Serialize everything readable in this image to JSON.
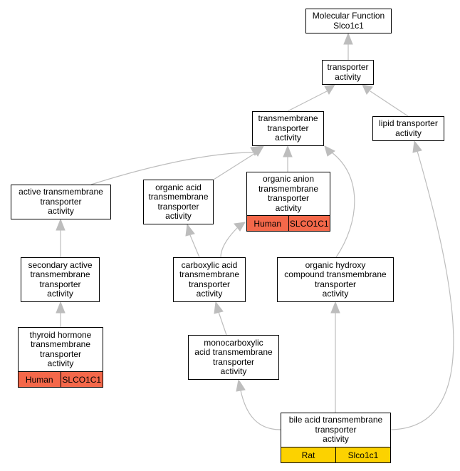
{
  "colors": {
    "human": "#f4684a",
    "rat": "#fcd200",
    "edge": "#bdbdbd"
  },
  "nodes": {
    "mf": {
      "label": "Molecular Function\nSlco1c1"
    },
    "ta": {
      "label": "transporter\nactivity"
    },
    "tta": {
      "label": "transmembrane\ntransporter\nactivity"
    },
    "lta": {
      "label": "lipid transporter\nactivity"
    },
    "atta": {
      "label": "active transmembrane\ntransporter\nactivity"
    },
    "oatt": {
      "label": "organic acid\ntransmembrane\ntransporter\nactivity"
    },
    "oant": {
      "label": "organic anion\ntransmembrane\ntransporter\nactivity",
      "annotation": {
        "species": "Human",
        "gene": "SLCO1C1"
      }
    },
    "satt": {
      "label": "secondary active\ntransmembrane\ntransporter\nactivity"
    },
    "catt": {
      "label": "carboxylic acid\ntransmembrane\ntransporter\nactivity"
    },
    "ohct": {
      "label": "organic hydroxy\ncompound transmembrane\ntransporter\nactivity"
    },
    "thtt": {
      "label": "thyroid hormone\ntransmembrane\ntransporter\nactivity",
      "annotation": {
        "species": "Human",
        "gene": "SLCO1C1"
      }
    },
    "mctt": {
      "label": "monocarboxylic\nacid transmembrane\ntransporter\nactivity"
    },
    "batt": {
      "label": "bile acid transmembrane\ntransporter\nactivity",
      "annotation": {
        "species": "Rat",
        "gene": "Slco1c1"
      }
    }
  }
}
